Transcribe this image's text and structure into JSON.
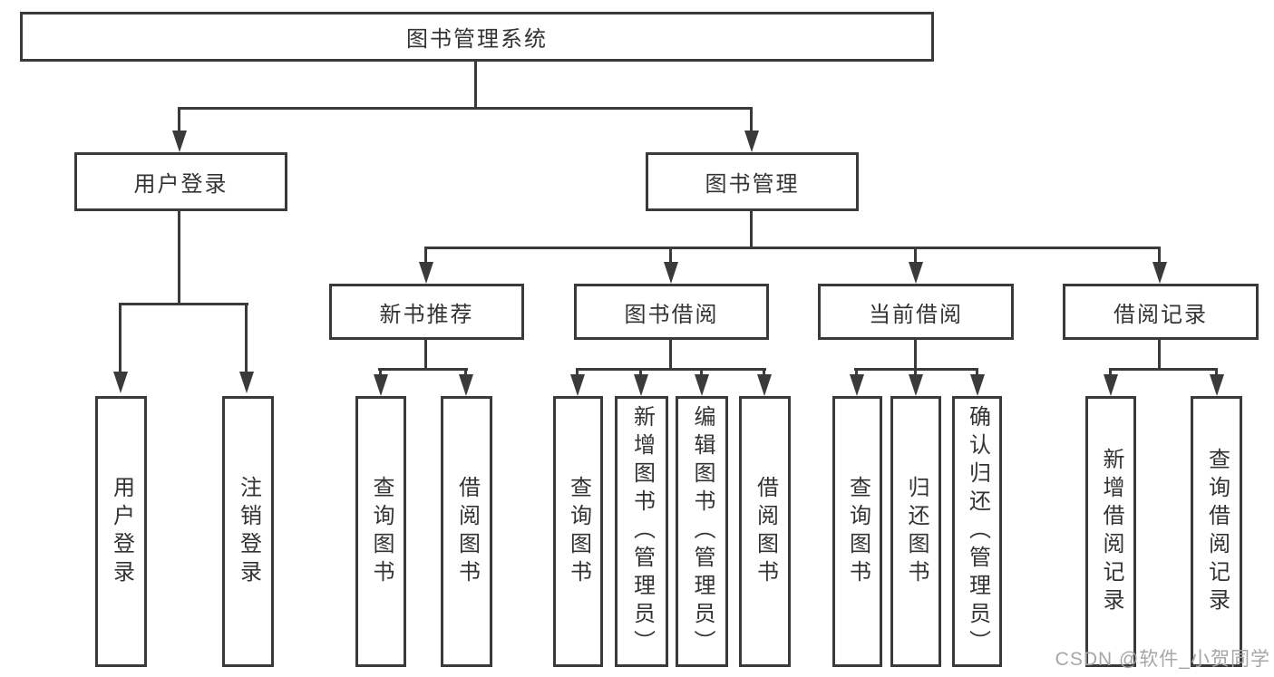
{
  "diagram": {
    "root": "图书管理系统",
    "level2": {
      "user_login": "用户登录",
      "book_management": "图书管理"
    },
    "level3": {
      "new_book_recommendation": "新书推荐",
      "book_borrowing": "图书借阅",
      "current_borrowing": "当前借阅",
      "borrowing_records": "借阅记录"
    },
    "leaves": {
      "user_login": [
        "用户登录",
        "注销登录"
      ],
      "new_book_recommendation": [
        "查询图书",
        "借阅图书"
      ],
      "book_borrowing": [
        "查询图书",
        "新增图书（管理员）",
        "编辑图书（管理员）",
        "借阅图书"
      ],
      "current_borrowing": [
        "查询图书",
        "归还图书",
        "确认归还（管理员）"
      ],
      "borrowing_records": [
        "新增借阅记录",
        "查询借阅记录"
      ]
    }
  },
  "watermark": {
    "text": "CSDN @软件_小贺同学"
  },
  "colors": {
    "line": "#3a3a3a",
    "text": "#333333",
    "watermark": "#a6a6a6",
    "background": "#ffffff"
  }
}
